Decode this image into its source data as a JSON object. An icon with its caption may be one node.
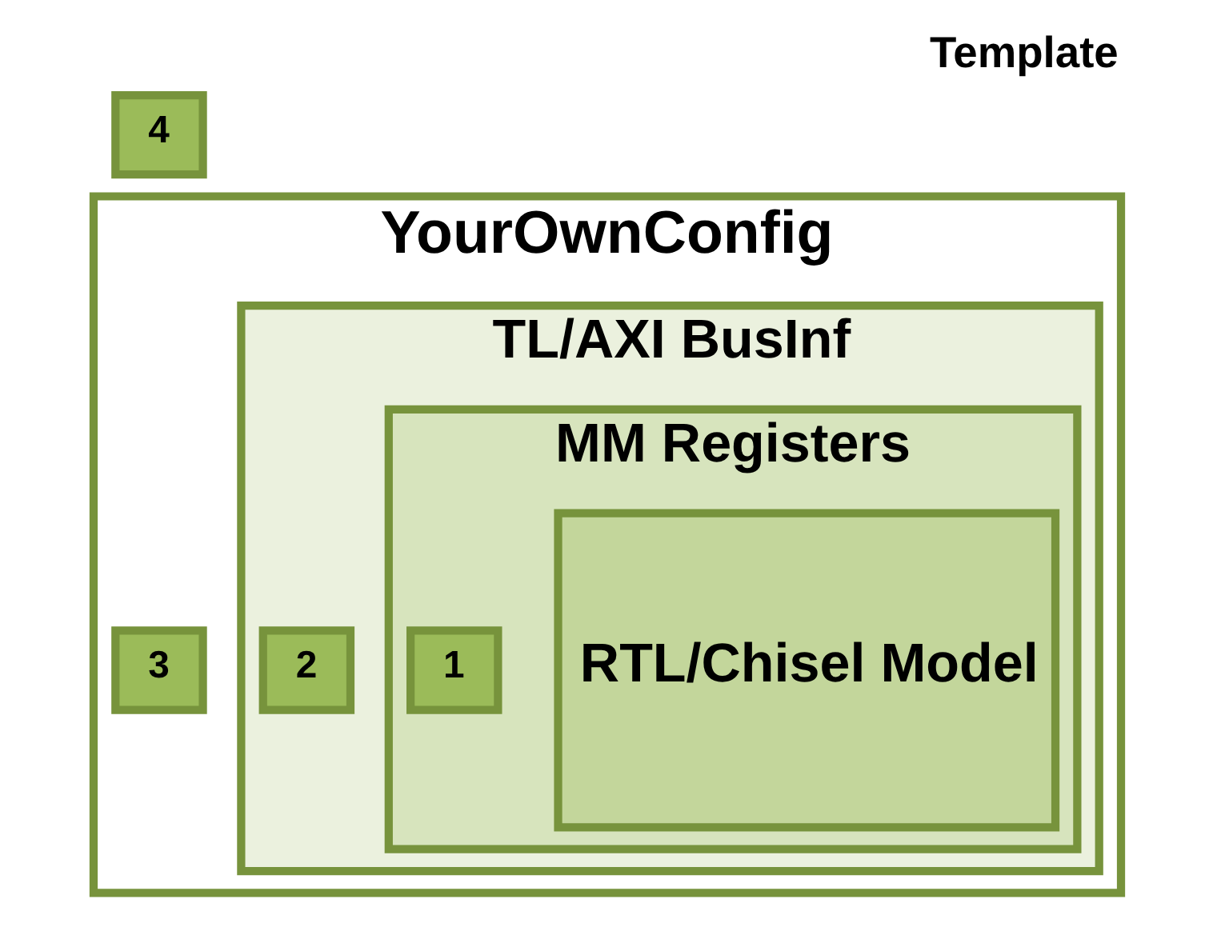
{
  "diagram": {
    "title": "Template",
    "nodes": [
      {
        "text": [
          "YourOwnConfig"
        ]
      },
      {
        "text": [
          "4"
        ]
      },
      {
        "text": [
          "TL/AXI BusInf"
        ],
        "in": 0
      },
      {
        "text": [
          "3"
        ],
        "in": 0
      },
      {
        "text": [
          "MM Registers"
        ],
        "in": 2
      },
      {
        "text": [
          "2"
        ],
        "in": 2
      },
      {
        "text": [
          "RTL/Chisel Model"
        ],
        "in": 4
      },
      {
        "text": [
          "1"
        ],
        "in": 4
      }
    ]
  }
}
